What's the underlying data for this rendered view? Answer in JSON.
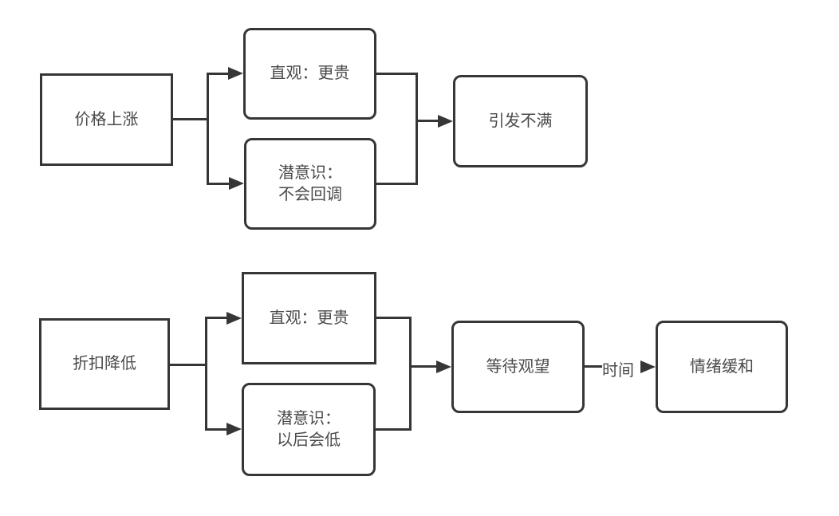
{
  "colors": {
    "stroke": "#363636",
    "text": "#4a4a4a",
    "background": "#ffffff"
  },
  "flow_top": {
    "source": {
      "label": "价格上涨"
    },
    "intuition": {
      "label": "直观：更贵"
    },
    "subconscious": {
      "line1": "潜意识：",
      "line2": "不会回调"
    },
    "result": {
      "label": "引发不满"
    }
  },
  "flow_bottom": {
    "source": {
      "label": "折扣降低"
    },
    "intuition": {
      "label": "直观：更贵"
    },
    "subconscious": {
      "line1": "潜意识：",
      "line2": "以后会低"
    },
    "wait": {
      "label": "等待观望"
    },
    "edge_label": "时间",
    "result": {
      "label": "情绪缓和"
    }
  }
}
